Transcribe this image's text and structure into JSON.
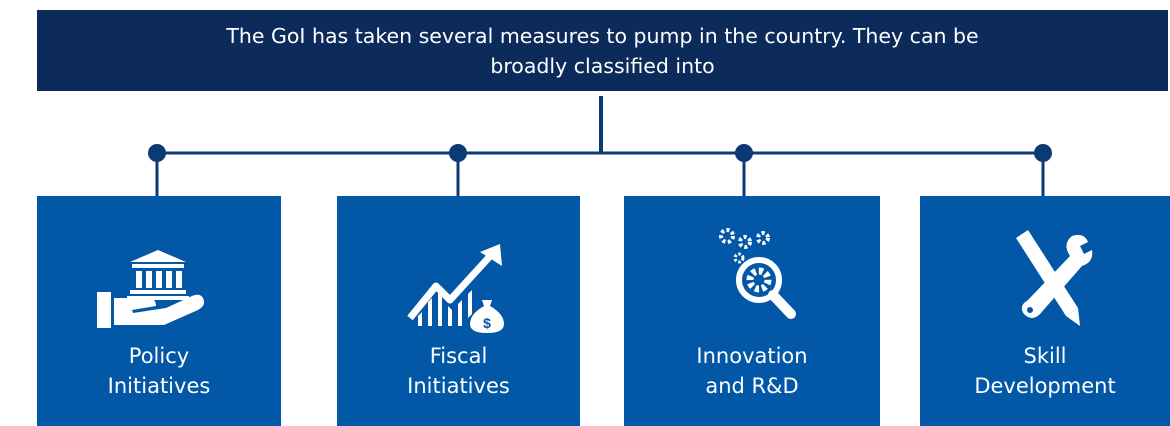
{
  "header": {
    "line1": "The GoI has taken several measures to pump in the country. They can be",
    "line2": "broadly classified into"
  },
  "categories": [
    {
      "line1": "Policy",
      "line2": "Initiatives",
      "icon": "hand-bank-icon"
    },
    {
      "line1": "Fiscal",
      "line2": "Initiatives",
      "icon": "growth-chart-money-bag-icon"
    },
    {
      "line1": "Innovation",
      "line2": "and R&D",
      "icon": "gears-magnifier-icon"
    },
    {
      "line1": "Skill",
      "line2": "Development",
      "icon": "wrench-pen-icon"
    }
  ],
  "colors": {
    "banner": "#0c2a5a",
    "card": "#0257a7",
    "connector": "#0c3a75",
    "text": "#ffffff"
  }
}
